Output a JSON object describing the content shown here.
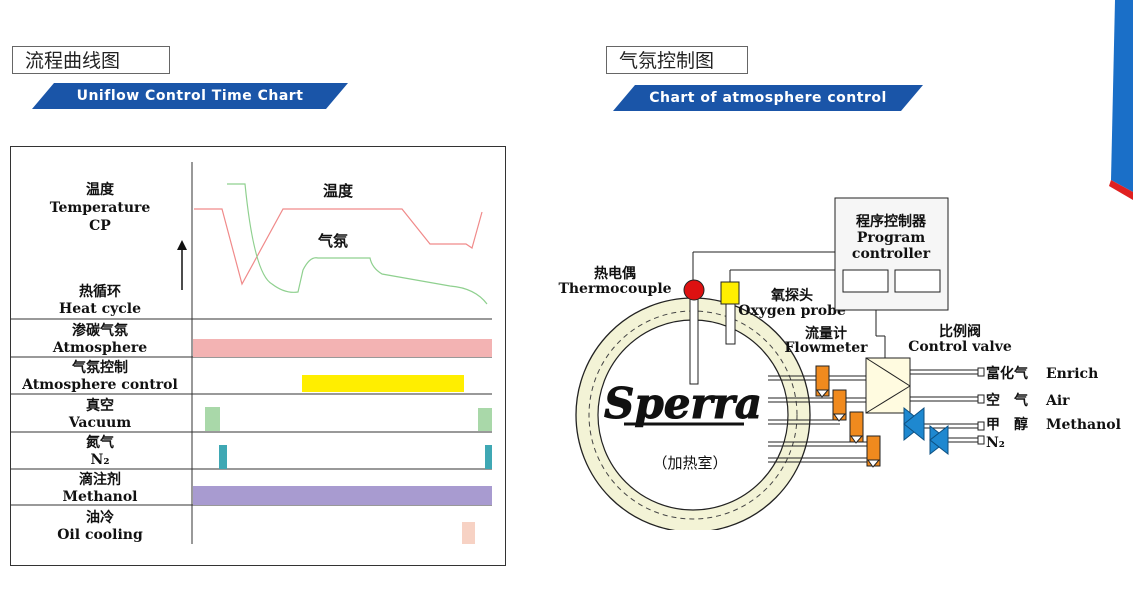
{
  "left_panel": {
    "title_cn": "流程曲线图",
    "title_en": "Uniflow  Control  Time  Chart",
    "rows": [
      {
        "cn": "温度",
        "en1": "Temperature",
        "en2": "CP"
      },
      {
        "cn": "热循环",
        "en1": "Heat cycle"
      },
      {
        "cn": "渗碳气氛",
        "en1": "Atmosphere"
      },
      {
        "cn": "气氛控制",
        "en1": "Atmosphere control"
      },
      {
        "cn": "真空",
        "en1": "Vacuum"
      },
      {
        "cn": "氮气",
        "en1": "N₂"
      },
      {
        "cn": "滴注剂",
        "en1": "Methanol"
      },
      {
        "cn": "油冷",
        "en1": "Oil cooling"
      }
    ],
    "curve_labels": {
      "temperature": "温度",
      "atmosphere": "气氛"
    },
    "colors": {
      "temperature_curve": "#f08a8a",
      "atmosphere_curve": "#8fd08f",
      "atmosphere_bar": "#f3b3b3",
      "atmosphere_control_bar": "#ffee00",
      "vacuum_bar": "#a9d8a9",
      "n2_bar": "#3fa8b4",
      "methanol_bar": "#a89bd0",
      "oil_cooling_bar": "#f7d2c4"
    }
  },
  "right_panel": {
    "title_cn": "气氛控制图",
    "title_en": "Chart  of  atmosphere  control",
    "controller_cn": "程序控制器",
    "controller_en1": "Program",
    "controller_en2": "controller",
    "thermocouple_cn": "热电偶",
    "thermocouple_en": "Thermocouple",
    "oxygen_probe_cn": "氧探头",
    "oxygen_probe_en": "Oxygen probe",
    "flowmeter_cn": "流量计",
    "flowmeter_en": "Flowmeter",
    "control_valve_cn": "比例阀",
    "control_valve_en": "Control valve",
    "logo": "Sperra",
    "chamber": "（加热室）",
    "gas_lines": [
      {
        "cn": "富化气",
        "en": "Enrich"
      },
      {
        "cn": "空　气",
        "en": "Air"
      },
      {
        "cn": "甲　醇",
        "en": "Methanol"
      },
      {
        "cn": "",
        "en": "N₂"
      }
    ],
    "colors": {
      "chamber_fill": "#f3f3d6",
      "chamber_ring": "#ecf0cc",
      "thermocouple": "#dd1111",
      "oxygen_probe": "#ffee00",
      "flowmeter": "#f08a1e",
      "valve": "#1e88d0",
      "control_valve_fill": "#fffbe0"
    }
  },
  "banner_color": "#1a55a8"
}
